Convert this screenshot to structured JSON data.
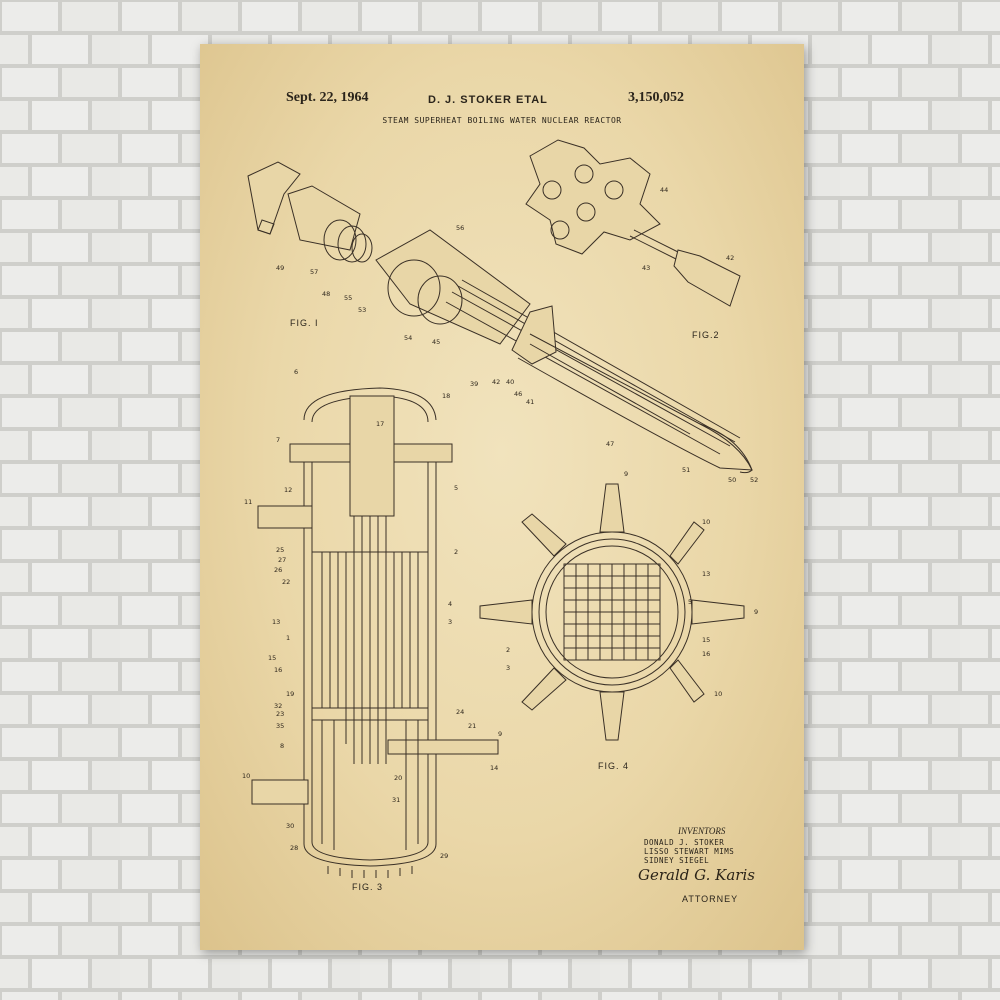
{
  "header": {
    "date": "Sept. 22, 1964",
    "inventor_head": "D. J. STOKER ETAL",
    "patent_number": "3,150,052",
    "title": "STEAM SUPERHEAT BOILING WATER NUCLEAR REACTOR"
  },
  "figures": {
    "fig1": "FIG. I",
    "fig2": "FIG.2",
    "fig3": "FIG. 3",
    "fig4": "FIG. 4"
  },
  "fig1_numbers": [
    "49",
    "57",
    "48",
    "55",
    "53",
    "56",
    "54",
    "45",
    "42",
    "40",
    "39",
    "46",
    "41",
    "47",
    "51",
    "50",
    "52"
  ],
  "fig2_numbers": [
    "44",
    "43",
    "42"
  ],
  "fig3_numbers": [
    "6",
    "7",
    "11",
    "12",
    "25",
    "27",
    "26",
    "22",
    "13",
    "15",
    "16",
    "19",
    "32",
    "23",
    "35",
    "8",
    "10",
    "30",
    "28",
    "18",
    "17",
    "5",
    "2",
    "4",
    "3",
    "24",
    "21",
    "9",
    "14",
    "20",
    "31",
    "29",
    "1"
  ],
  "fig4_numbers": [
    "9",
    "10",
    "13",
    "5",
    "9",
    "15",
    "16",
    "10",
    "2",
    "3"
  ],
  "inventors": {
    "label": "INVENTORS",
    "names": [
      "DONALD J. STOKER",
      "LISSO STEWART MIMS",
      "SIDNEY SIEGEL"
    ]
  },
  "signature": "Gerald G. Karis",
  "attorney": "ATTORNEY",
  "colors": {
    "paper": "#ead7a8",
    "ink": "#2a241b",
    "wall": "#e7e7e4",
    "mortar": "#cfcfcb"
  }
}
